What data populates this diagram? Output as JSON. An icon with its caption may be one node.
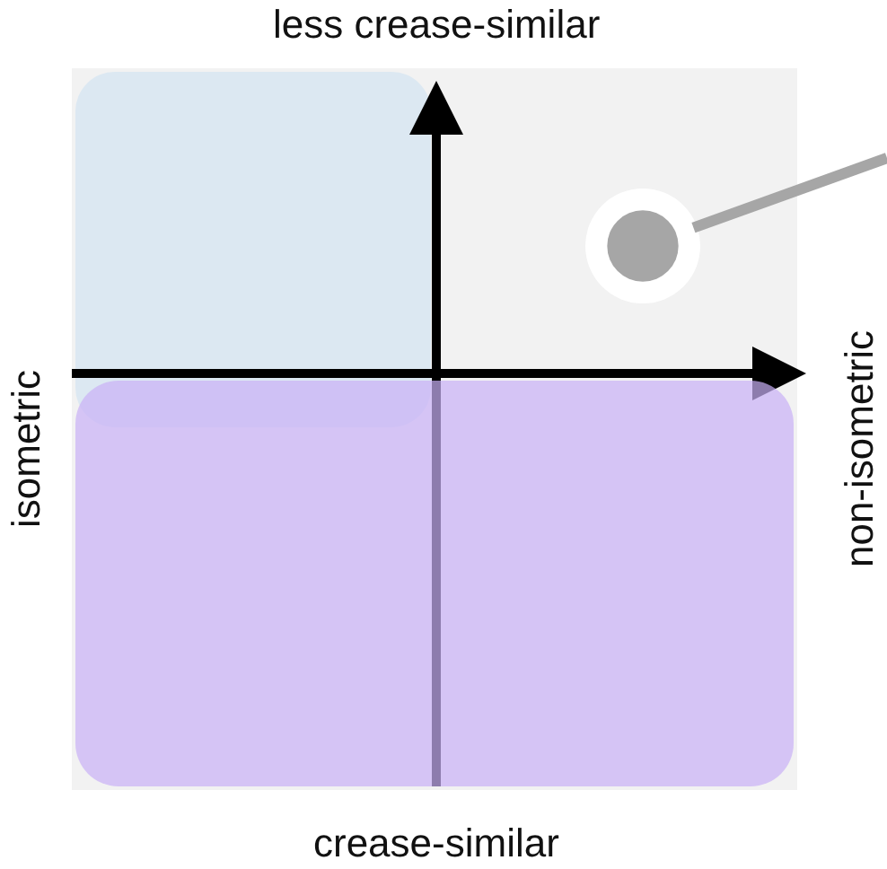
{
  "diagram": {
    "nodes": [
      {
        "text": [],
        "shape": "box"
      },
      {
        "text": [],
        "shape": "box"
      },
      {
        "text": [],
        "shape": "circle"
      }
    ],
    "edges": [
      {
        "from": null,
        "to": 2,
        "arrow": "none"
      }
    ],
    "labels": [
      "less crease-similar",
      "isometric",
      "non-isometric",
      "crease-similar"
    ]
  }
}
